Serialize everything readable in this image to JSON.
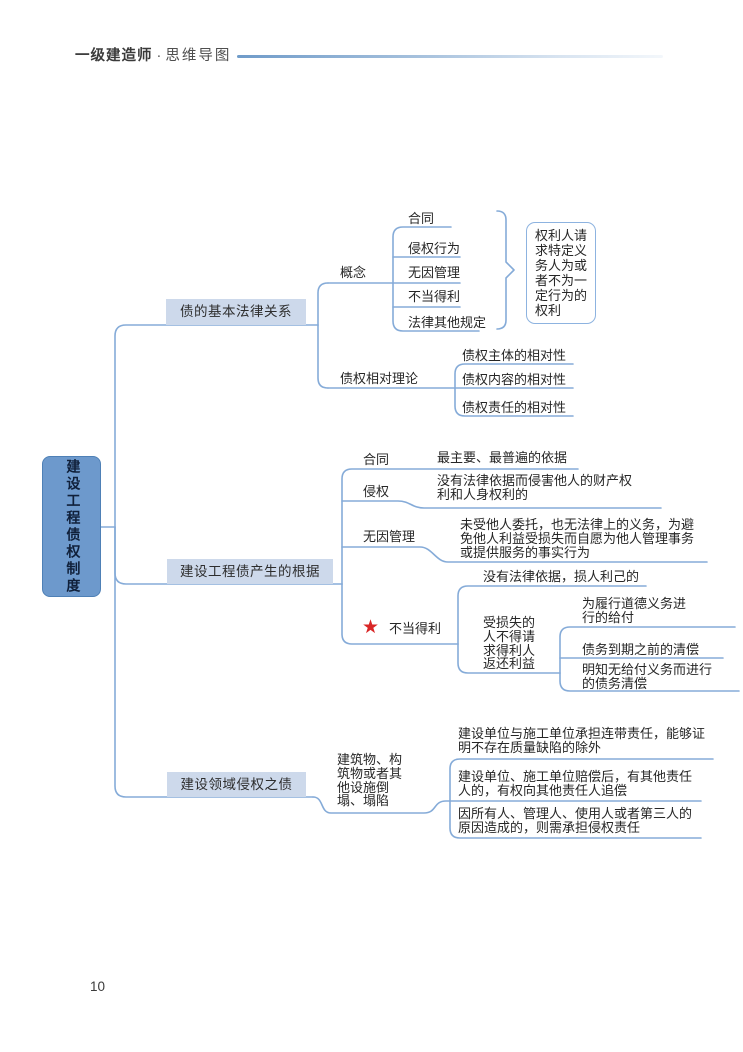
{
  "header": {
    "brand": "一级建造师",
    "separator": "·",
    "subtitle": "思维导图"
  },
  "page_number": "10",
  "colors": {
    "root_fill": "#6d99cc",
    "root_border": "#4e80b6",
    "branch_fill": "#cdd9eb",
    "connector": "#85abd8",
    "star": "#d92626",
    "header_rule": "#6f9bc9"
  },
  "root": {
    "label": "建设工程债权制度"
  },
  "branches": [
    {
      "label": "债的基本法律关系",
      "concept": {
        "label": "概念",
        "items": [
          "合同",
          "侵权行为",
          "无因管理",
          "不当得利",
          "法律其他规定"
        ],
        "definition": "权利人请\n求特定义\n务人为或\n者不为一\n定行为的\n权利"
      },
      "relativity": {
        "label": "债权相对理论",
        "items": [
          "债权主体的相对性",
          "债权内容的相对性",
          "债权责任的相对性"
        ]
      }
    },
    {
      "label": "建设工程债产生的根据",
      "contract": {
        "label": "合同",
        "desc": "最主要、最普遍的依据"
      },
      "tort": {
        "label": "侵权",
        "desc": "没有法律依据而侵害他人的财产权\n利和人身权利的"
      },
      "negotiorum_gestio": {
        "label": "无因管理",
        "desc": "未受他人委托，也无法律上的义务，为避\n免他人利益受损失而自愿为他人管理事务\n或提供服务的事实行为"
      },
      "unjust_enrichment": {
        "star_icon": "★",
        "label": "不当得利",
        "desc": "没有法律依据，损人利己的",
        "exception": {
          "label": "受损失的\n人不得请\n求得利人\n返还利益",
          "cases": [
            "为履行道德义务进\n行的给付",
            "债务到期之前的清偿",
            "明知无给付义务而进行\n的债务清偿"
          ]
        }
      }
    },
    {
      "label": "建设领域侵权之债",
      "collapse": {
        "label": "建筑物、构\n筑物或者其\n他设施倒\n塌、塌陷",
        "rules": [
          "建设单位与施工单位承担连带责任，能够证\n明不存在质量缺陷的除外",
          "建设单位、施工单位赔偿后，有其他责任\n人的，有权向其他责任人追偿",
          "因所有人、管理人、使用人或者第三人的\n原因造成的，则需承担侵权责任"
        ]
      }
    }
  ]
}
